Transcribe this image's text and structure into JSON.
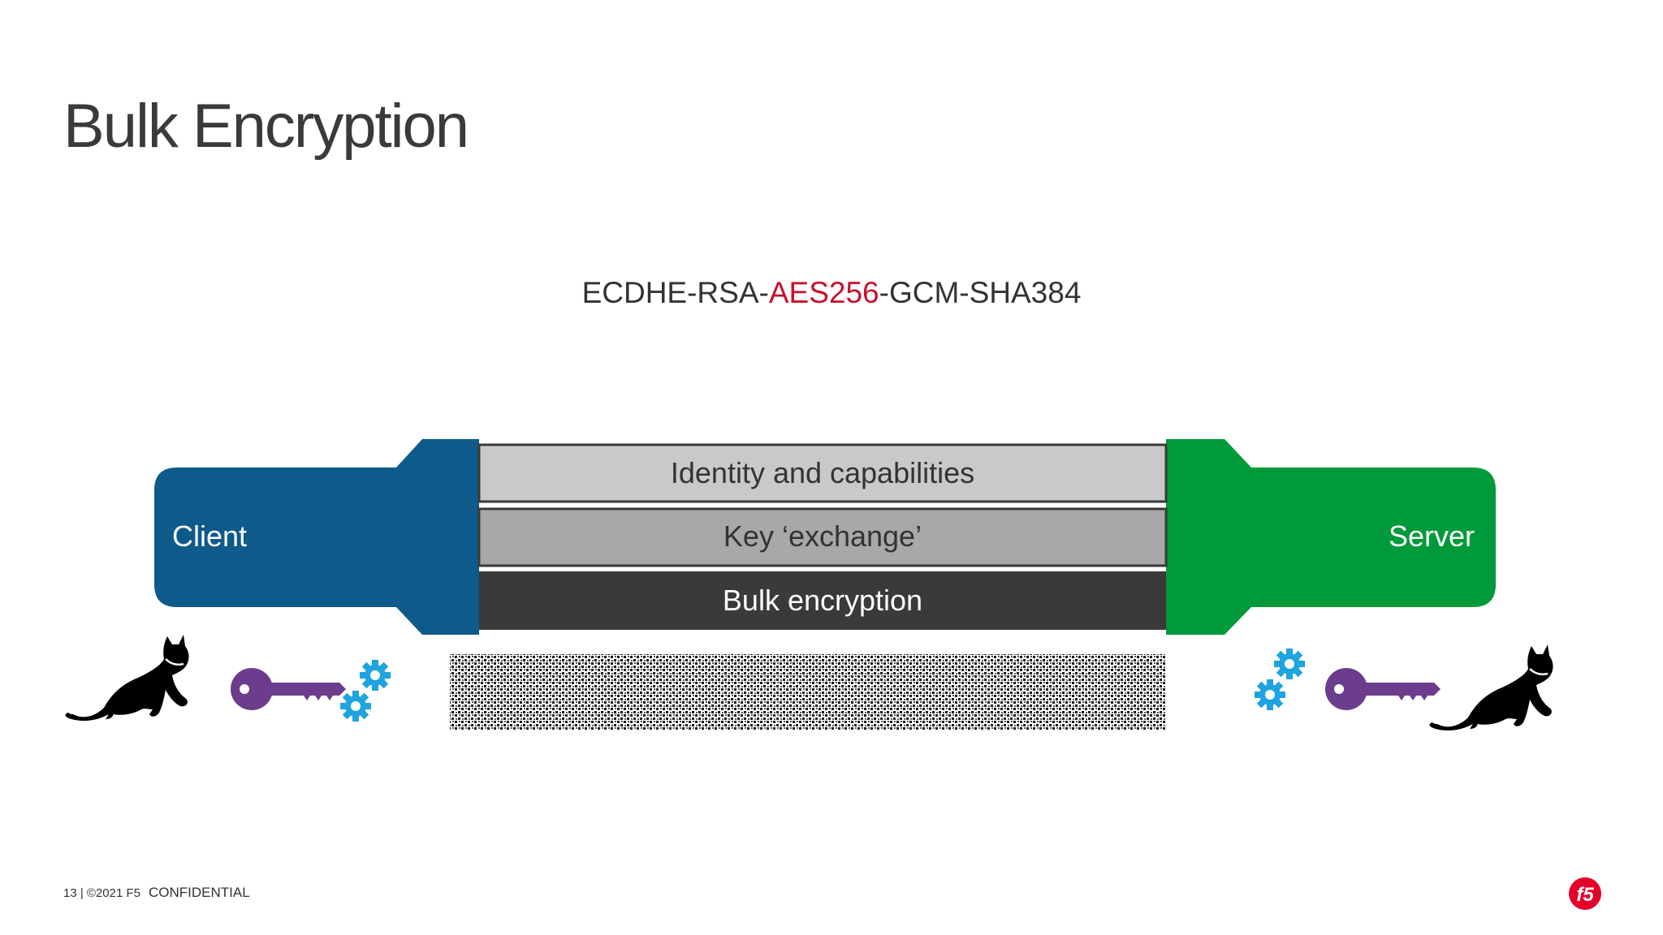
{
  "slide": {
    "title": "Bulk Encryption",
    "cipher_suite": {
      "prefix": "ECDHE-RSA-",
      "highlight": "AES256",
      "suffix": "-GCM-SHA384",
      "highlight_color": "#c8102e"
    },
    "footer": {
      "page_copyright": "13 | ©2021 F5",
      "confidential": "CONFIDENTIAL"
    }
  },
  "diagram": {
    "client_label": "Client",
    "server_label": "Server",
    "layers": [
      {
        "label": "Identity and capabilities",
        "color": "#c9c9cb"
      },
      {
        "label": "Key ‘exchange’",
        "color": "#a8a8aa"
      },
      {
        "label": "Bulk encryption",
        "color": "#3a393b"
      }
    ],
    "colors": {
      "client": "#0e5a8a",
      "server": "#009a3a",
      "key": "#6b3d8c",
      "gears": "#1ea4e0",
      "cat": "#000000",
      "logo": "#e4002b"
    },
    "icons": {
      "left": [
        "cat-icon",
        "key-icon",
        "gears-icon"
      ],
      "right": [
        "gears-icon",
        "key-icon",
        "cat-icon"
      ],
      "encrypted_data": "noise-pattern",
      "brand": "f5-logo"
    }
  }
}
